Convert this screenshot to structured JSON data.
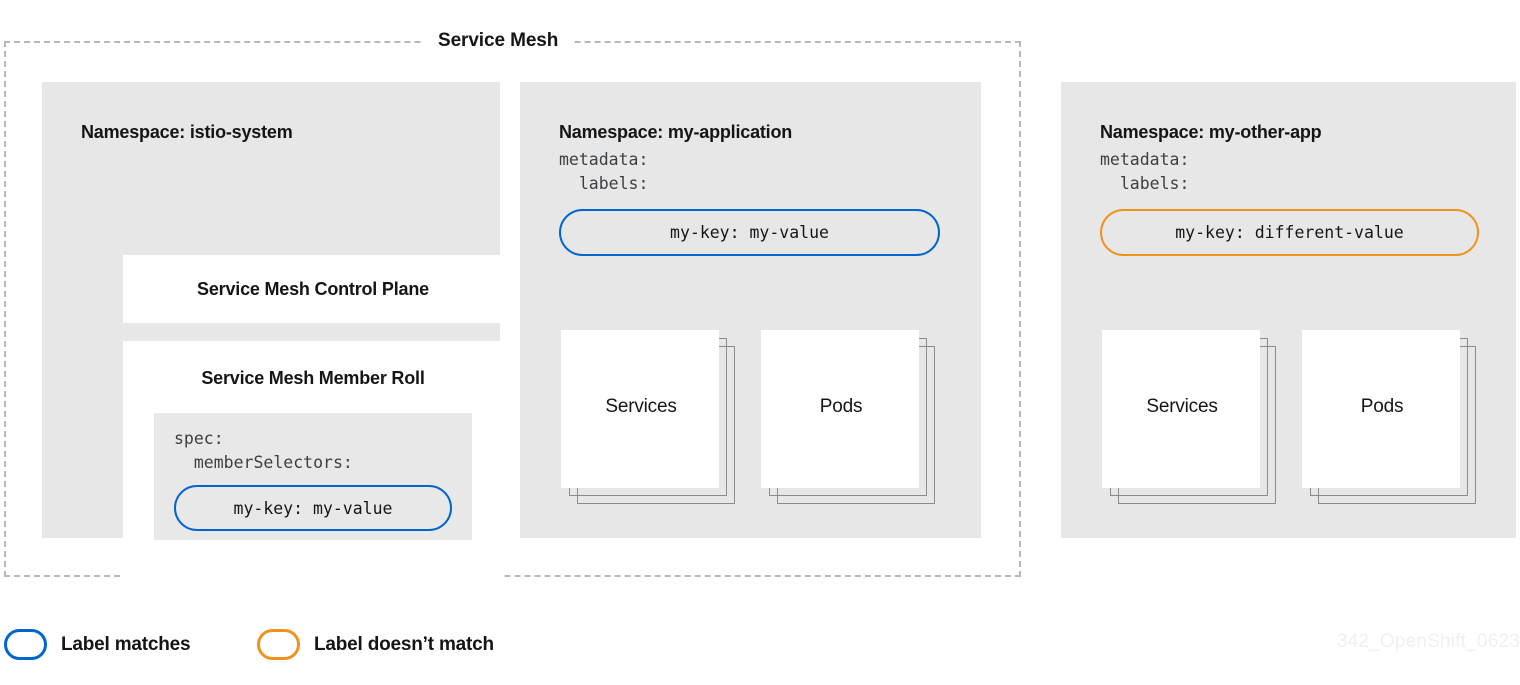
{
  "diagram": {
    "title": "Service Mesh",
    "watermark": "342_OpenShift_0623"
  },
  "namespaces": [
    {
      "heading": "Namespace: istio-system",
      "cards": [
        {
          "title": "Service Mesh Control Plane"
        },
        {
          "title": "Service Mesh Member Roll",
          "yaml": "spec:\n  memberSelectors:",
          "pill": {
            "text": "my-key: my-value",
            "state": "matches",
            "color": "#0066cc"
          }
        }
      ]
    },
    {
      "heading": "Namespace: my-application",
      "yaml": "metadata:\n  labels:",
      "pill": {
        "text": "my-key: my-value",
        "state": "matches",
        "color": "#0066cc"
      },
      "resources": [
        {
          "label": "Services"
        },
        {
          "label": "Pods"
        }
      ]
    },
    {
      "heading": "Namespace: my-other-app",
      "yaml": "metadata:\n  labels:",
      "pill": {
        "text": "my-key: different-value",
        "state": "doesnt-match",
        "color": "#f0921e"
      },
      "resources": [
        {
          "label": "Services"
        },
        {
          "label": "Pods"
        }
      ]
    }
  ],
  "legend": [
    {
      "label": "Label matches",
      "color": "#0066cc"
    },
    {
      "label": "Label doesn’t match",
      "color": "#f0921e"
    }
  ]
}
